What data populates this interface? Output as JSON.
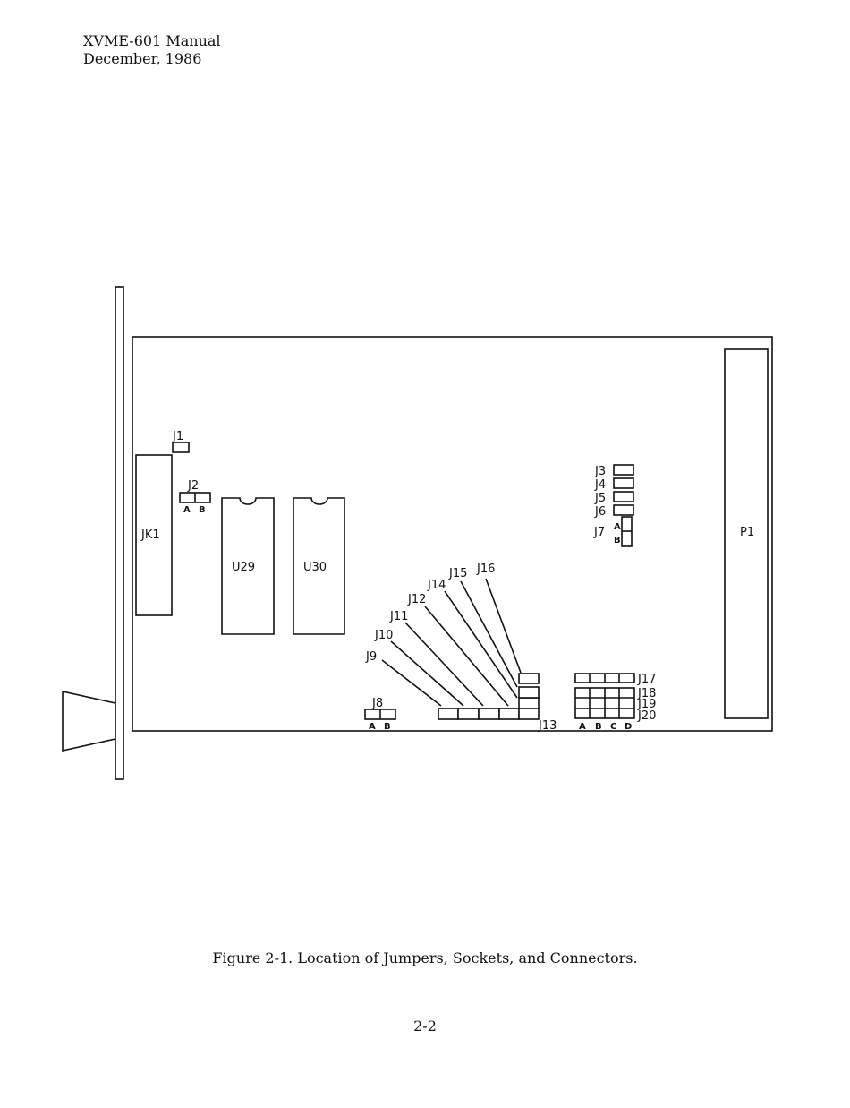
{
  "header": {
    "title": "XVME-601 Manual",
    "date": "December, 1986"
  },
  "board": {
    "components": {
      "jk1": "JK1",
      "u29": "U29",
      "u30": "U30",
      "p1": "P1"
    },
    "jumpers": {
      "j1": "J1",
      "j2": "J2",
      "j3": "J3",
      "j4": "J4",
      "j5": "J5",
      "j6": "J6",
      "j7": "J7",
      "j8": "J8",
      "j9": "J9",
      "j10": "J10",
      "j11": "J11",
      "j12": "J12",
      "j13": "J13",
      "j14": "J14",
      "j15": "J15",
      "j16": "J16",
      "j17": "J17",
      "j18": "J18",
      "j19": "J19",
      "j20": "J20"
    },
    "pin_labels": {
      "a": "A",
      "b": "B",
      "c": "C",
      "d": "D"
    }
  },
  "caption": "Figure 2-1.  Location of Jumpers, Sockets, and Connectors.",
  "page_number": "2-2"
}
